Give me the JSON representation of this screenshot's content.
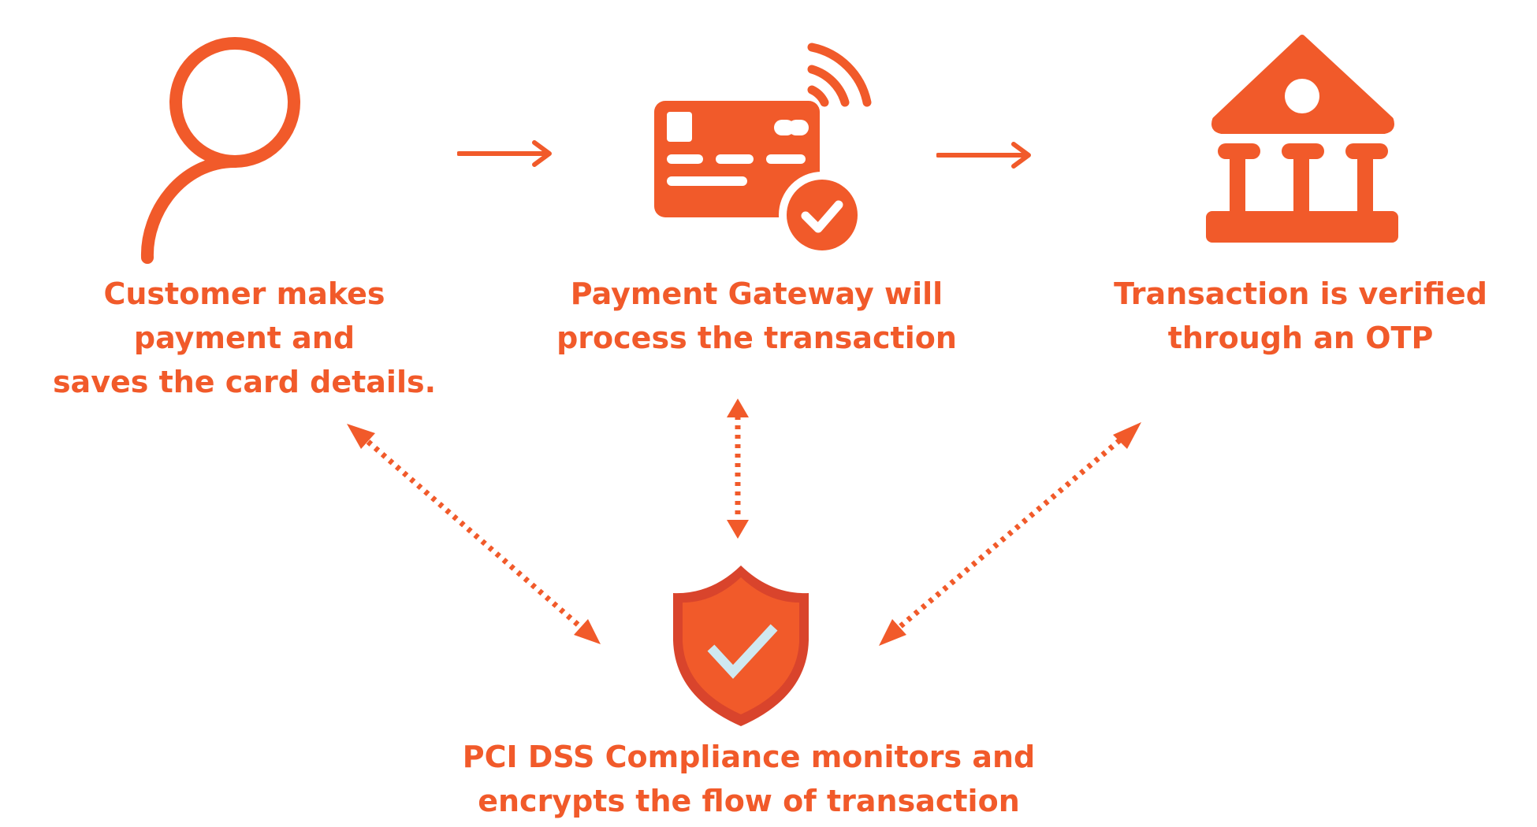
{
  "colors": {
    "accent": "#f15a2a",
    "shield_edge": "#d9442c",
    "check_light": "#cfe8f0",
    "background": "#ffffff"
  },
  "nodes": {
    "customer": {
      "icon": "person-icon",
      "lines": [
        "Customer makes",
        "payment and",
        "saves the card details."
      ]
    },
    "gateway": {
      "icon": "card-payment-icon",
      "lines": [
        "Payment Gateway will",
        "process the transaction"
      ]
    },
    "bank": {
      "icon": "bank-icon",
      "lines": [
        "Transaction is verified",
        "through an OTP"
      ]
    },
    "compliance": {
      "icon": "shield-check-icon",
      "lines": [
        "PCI DSS Compliance monitors and",
        "encrypts the flow of transaction"
      ]
    }
  }
}
